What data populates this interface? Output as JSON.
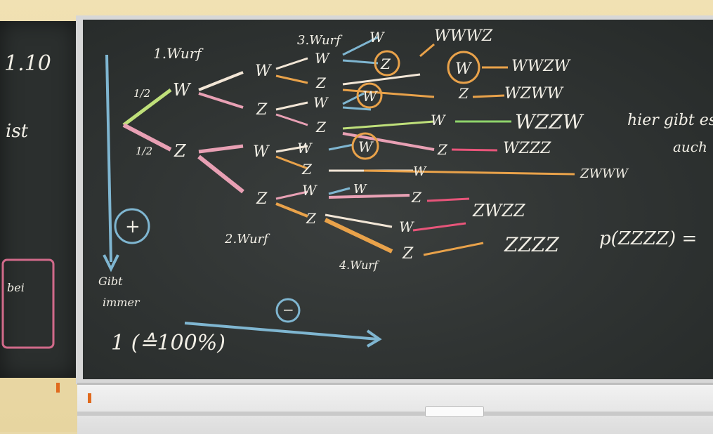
{
  "board": {
    "left_panel": {
      "text_date": "1.10",
      "text_ist": "ist",
      "text_bei": "bei"
    },
    "headers": {
      "w1": "1.Wurf",
      "w2": "2.Wurf",
      "w3": "3.Wurf",
      "w4": "4.Wurf"
    },
    "probabilities": {
      "upper": "1/2",
      "lower": "1/2"
    },
    "nodes": {
      "W": "W",
      "Z": "Z"
    },
    "outcomes": [
      {
        "label": "WWWZ",
        "color": "#e9a24a"
      },
      {
        "label": "WWZW",
        "color": "#e9a24a"
      },
      {
        "label": "WZWW",
        "color": "#e9a24a"
      },
      {
        "label": "WZZW",
        "color": "#8ed36b"
      },
      {
        "label": "WZZZ",
        "color": "#e8557a"
      },
      {
        "label": "ZWWW",
        "color": "#e9a24a"
      },
      {
        "label": "ZWZZ",
        "color": "#e8557a"
      },
      {
        "label": "ZZZZ",
        "color": "#f0b36a"
      }
    ],
    "note_green": "hier gibt es",
    "note_green2": "auch",
    "formula": "p(ZZZZ) =",
    "axis": {
      "plus": "+",
      "minus": "−",
      "bottom_value": "1 (≙100%)",
      "side_label_1": "Gibt",
      "side_label_2": "immer"
    }
  }
}
